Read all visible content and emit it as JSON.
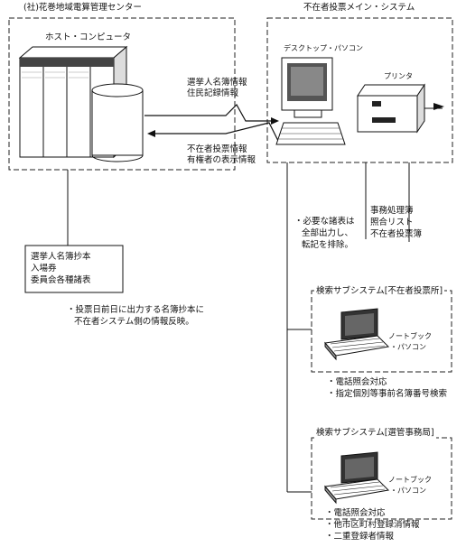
{
  "header": {
    "left_org": "(社)花巻地域電算管理センター",
    "right_system": "不在者投票メイン・システム"
  },
  "host": {
    "title": "ホスト・コンピュータ"
  },
  "main_system": {
    "desktop_label": "デスクトップ・パソコン",
    "printer_label": "プリンタ"
  },
  "link_to_main": [
    "選挙人名簿情報",
    "住民記録情報"
  ],
  "link_to_host": [
    "不在者投票情報",
    "有権者の表示情報"
  ],
  "host_outputs": [
    "選挙人名簿抄本",
    "入場券",
    "委員会各種諸表"
  ],
  "note_update": [
    "・投票日前日に出力する名簿抄本に",
    "不在者システム側の情報反映。"
  ],
  "note_documents": [
    "・必要な諸表は",
    "全部出力し、",
    "転記を排除。"
  ],
  "main_outputs": [
    "事務処理簿",
    "照合リスト",
    "不在者投票簿"
  ],
  "sub1": {
    "title": "検索サブシステム[不在者投票所]",
    "device_label": [
      "ノートブック",
      "・パソコン"
    ],
    "functions": [
      "・電話照会対応",
      "・指定個別等事前名簿番号検索"
    ]
  },
  "sub2": {
    "title": "検索サブシステム[選管事務局]",
    "device_label": [
      "ノートブック",
      "・パソコン"
    ],
    "functions": [
      "・電話照会対応",
      "・他市区町村登録消情報",
      "・二重登録者情報"
    ]
  }
}
